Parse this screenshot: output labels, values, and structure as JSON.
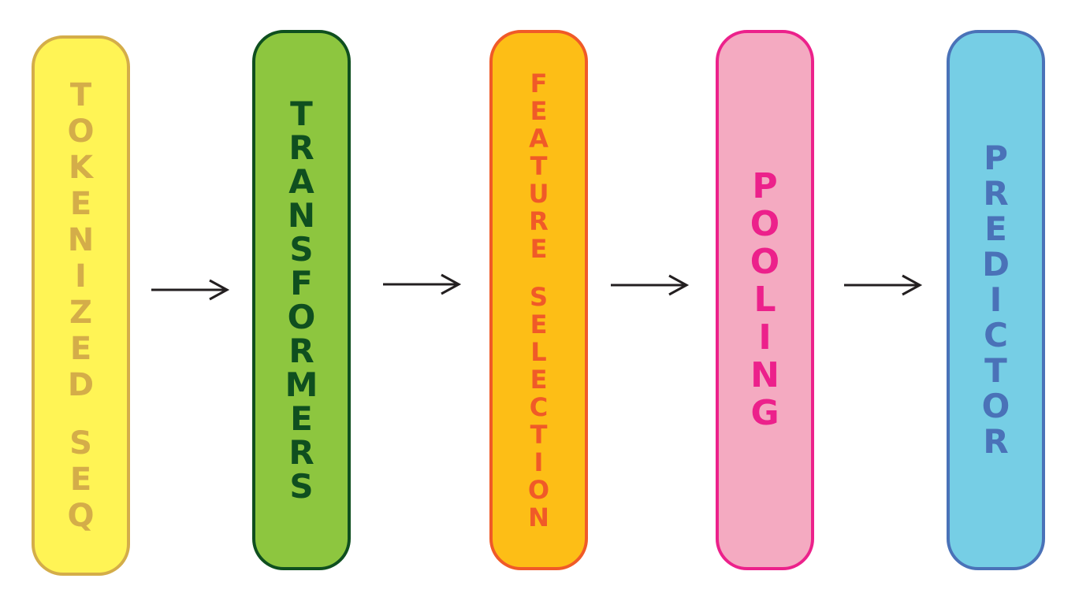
{
  "blocks": [
    {
      "words": [
        "TOKENIZED",
        "SEQ"
      ],
      "fill": "#fff455",
      "border": "#d4ad49",
      "text_color": "#d4ad49"
    },
    {
      "words": [
        "TRANSFORMERS"
      ],
      "fill": "#8dc63f",
      "border": "#0f4f1f",
      "text_color": "#0f4f1f"
    },
    {
      "words": [
        "FEATURE",
        "SELECTION"
      ],
      "fill": "#fdbe16",
      "border": "#f05a28",
      "text_color": "#f05a28"
    },
    {
      "words": [
        "POOLING"
      ],
      "fill": "#f4aac1",
      "border": "#ec218b",
      "text_color": "#ec218b"
    },
    {
      "words": [
        "PREDICTOR"
      ],
      "fill": "#76cee5",
      "border": "#4a72b8",
      "text_color": "#4a72b8"
    }
  ],
  "arrow_color": "#231f20"
}
